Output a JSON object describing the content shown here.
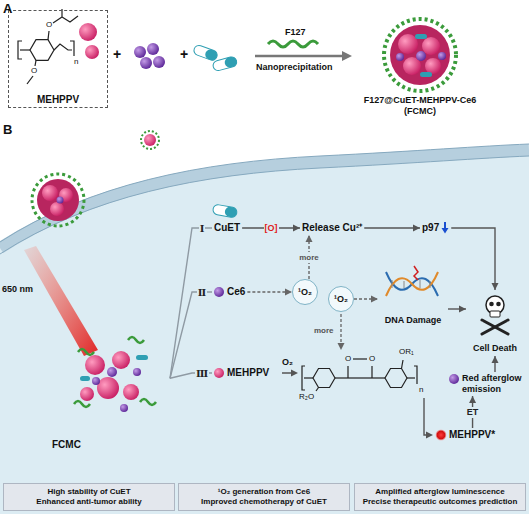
{
  "diagram": {
    "nodes": [
      {
        "text": [
          "MEHPPV"
        ]
      },
      {
        "text": [
          "FCMC"
        ]
      },
      {
        "text": [
          "CuET"
        ]
      },
      {
        "text": [
          "Release Cu²⁺"
        ]
      },
      {
        "text": [
          "p97"
        ]
      },
      {
        "text": [
          "Cell Death"
        ]
      },
      {
        "text": [
          "Ce6"
        ]
      },
      {
        "text": [
          "¹O₂"
        ]
      },
      {
        "text": [
          "¹O₂"
        ]
      },
      {
        "text": [
          "DNA Damage"
        ]
      },
      {
        "text": [
          "MEHPPV"
        ]
      },
      {
        "text": [
          "MEHPPV*"
        ]
      },
      {
        "text": [
          "Red afterglow emission"
        ]
      },
      {
        "text": [
          "High stability of CuET",
          "Enhanced anti-tumor ability"
        ]
      },
      {
        "text": [
          "¹O₂ generation from Ce6",
          "Improved chemotherapy of CuET"
        ]
      },
      {
        "text": [
          "Amplified afterglow luminescence",
          "Precise therapeutic outcomes prediction"
        ]
      }
    ],
    "edges": [
      {
        "from": 1,
        "to": 2,
        "label": "Ⅰ",
        "arrow": "none"
      },
      {
        "from": 1,
        "to": 6,
        "label": "Ⅱ",
        "arrow": "none"
      },
      {
        "from": 1,
        "to": 10,
        "label": "Ⅲ",
        "arrow": "none"
      },
      {
        "from": 2,
        "to": 3,
        "label": "[O]",
        "arrow": "to"
      },
      {
        "from": 3,
        "to": 4,
        "arrow": "to"
      },
      {
        "from": 4,
        "to": 5,
        "arrow": "to"
      },
      {
        "from": 6,
        "to": 7,
        "arrow": "to"
      },
      {
        "from": 7,
        "to": 3,
        "label": "more",
        "arrow": "to"
      },
      {
        "from": 8,
        "to": 9,
        "arrow": "to"
      },
      {
        "from": 9,
        "to": 5,
        "arrow": "to"
      },
      {
        "from": 11,
        "to": 12,
        "label": "ET",
        "arrow": "to"
      },
      {
        "from": 12,
        "to": 5,
        "arrow": "to"
      }
    ],
    "labels": [
      "A",
      "+",
      "+",
      "F127",
      "Nanoprecipitation",
      "F127@CuET-MEHPPV-Ce6 (FCMC)",
      "O",
      "O",
      "n",
      "B",
      "650 nm",
      "O₂",
      "more",
      "OR₁",
      "R₂O",
      "O",
      "O",
      "n"
    ]
  }
}
